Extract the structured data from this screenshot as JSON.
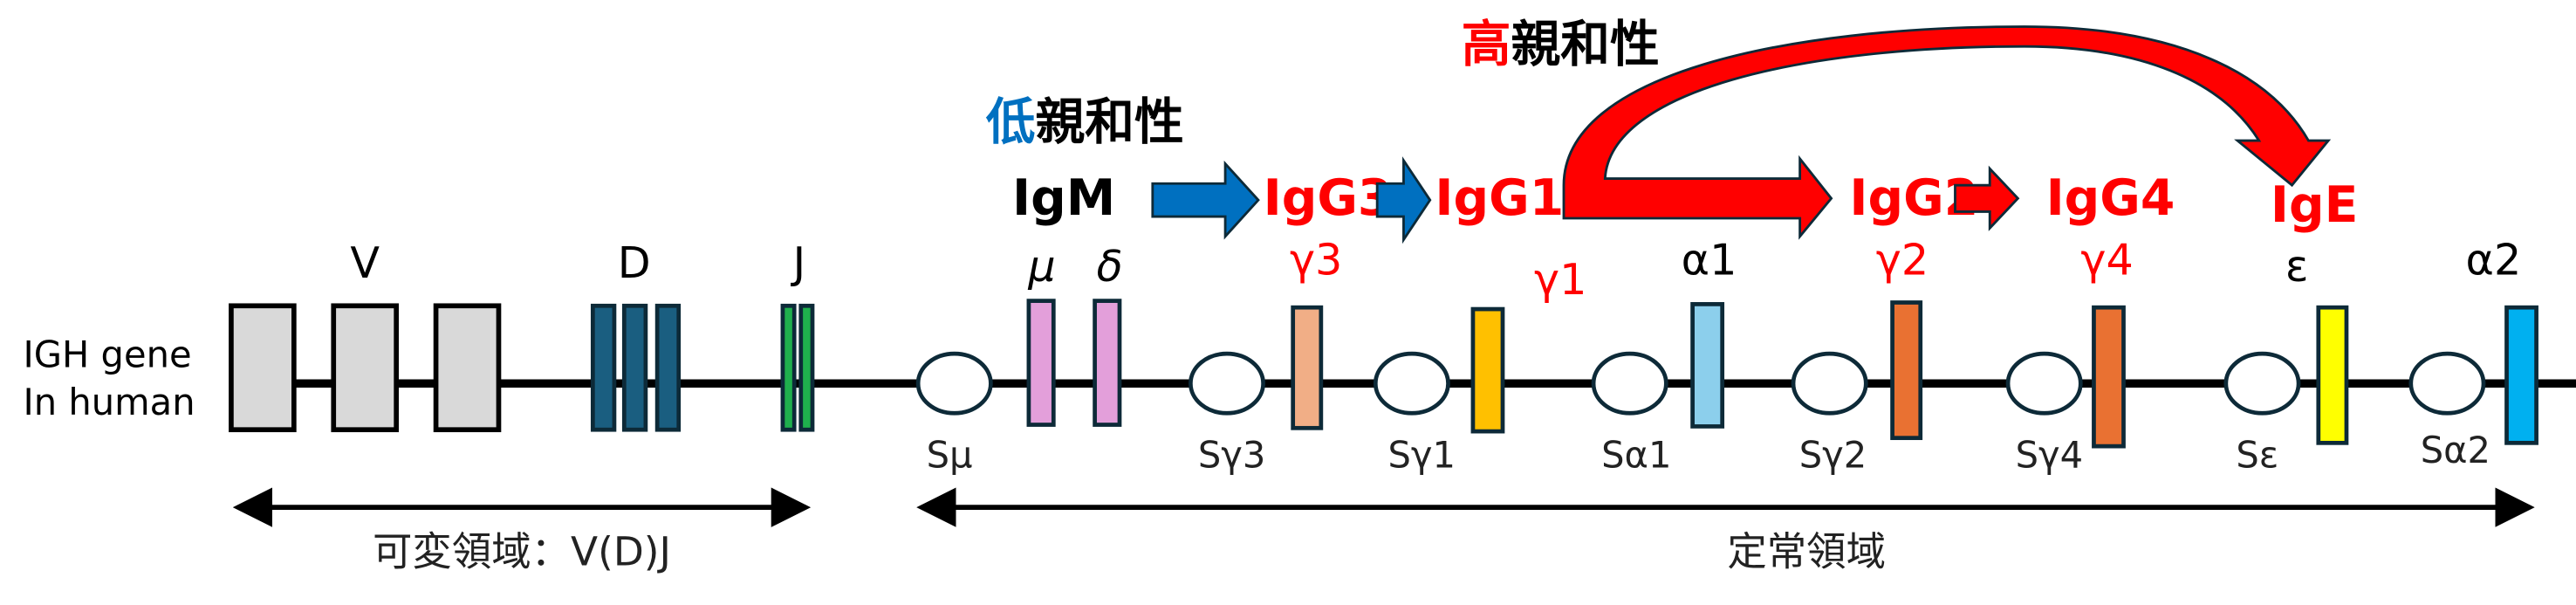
{
  "side_label": {
    "line1": "IGH gene",
    "line2": "In human"
  },
  "variable_segments": {
    "v": "V",
    "d": "D",
    "j": "J"
  },
  "constant_genes": [
    {
      "name": "μ",
      "color": "#e39fda",
      "switch": "Sμ",
      "label_color": "#000000"
    },
    {
      "name": "δ",
      "color": "#e39fda",
      "switch": "",
      "label_color": "#000000"
    },
    {
      "name": "γ3",
      "color": "#f1ae86",
      "switch": "Sγ3",
      "label_color": "#ff0000"
    },
    {
      "name": "γ1",
      "color": "#ffc000",
      "switch": "Sγ1",
      "label_color": "#ff0000"
    },
    {
      "name": "α1",
      "color": "#8ccfec",
      "switch": "Sα1",
      "label_color": "#000000"
    },
    {
      "name": "γ2",
      "color": "#e97132",
      "switch": "Sγ2",
      "label_color": "#ff0000"
    },
    {
      "name": "γ4",
      "color": "#e97132",
      "switch": "Sγ4",
      "label_color": "#ff0000"
    },
    {
      "name": "ε",
      "color": "#ffff00",
      "switch": "Sε",
      "label_color": "#000000"
    },
    {
      "name": "α2",
      "color": "#00b0f0",
      "switch": "Sα2",
      "label_color": "#000000"
    }
  ],
  "isotypes": {
    "igm": "IgM",
    "igg3": "IgG3",
    "igg1": "IgG1",
    "igg2": "IgG2",
    "igg4": "IgG4",
    "ige": "IgE"
  },
  "affinity": {
    "low_prefix": "低",
    "low_rest": "親和性",
    "high_prefix": "高",
    "high_rest": "親和性"
  },
  "regions": {
    "variable": "可変領域：V(D)J",
    "constant": "定常領域"
  },
  "colors": {
    "blue": "#0070c0",
    "red": "#ff0000",
    "v_box": "#d9d9d9",
    "d_box": "#1a5e80",
    "j_box": "#1fb04d"
  }
}
